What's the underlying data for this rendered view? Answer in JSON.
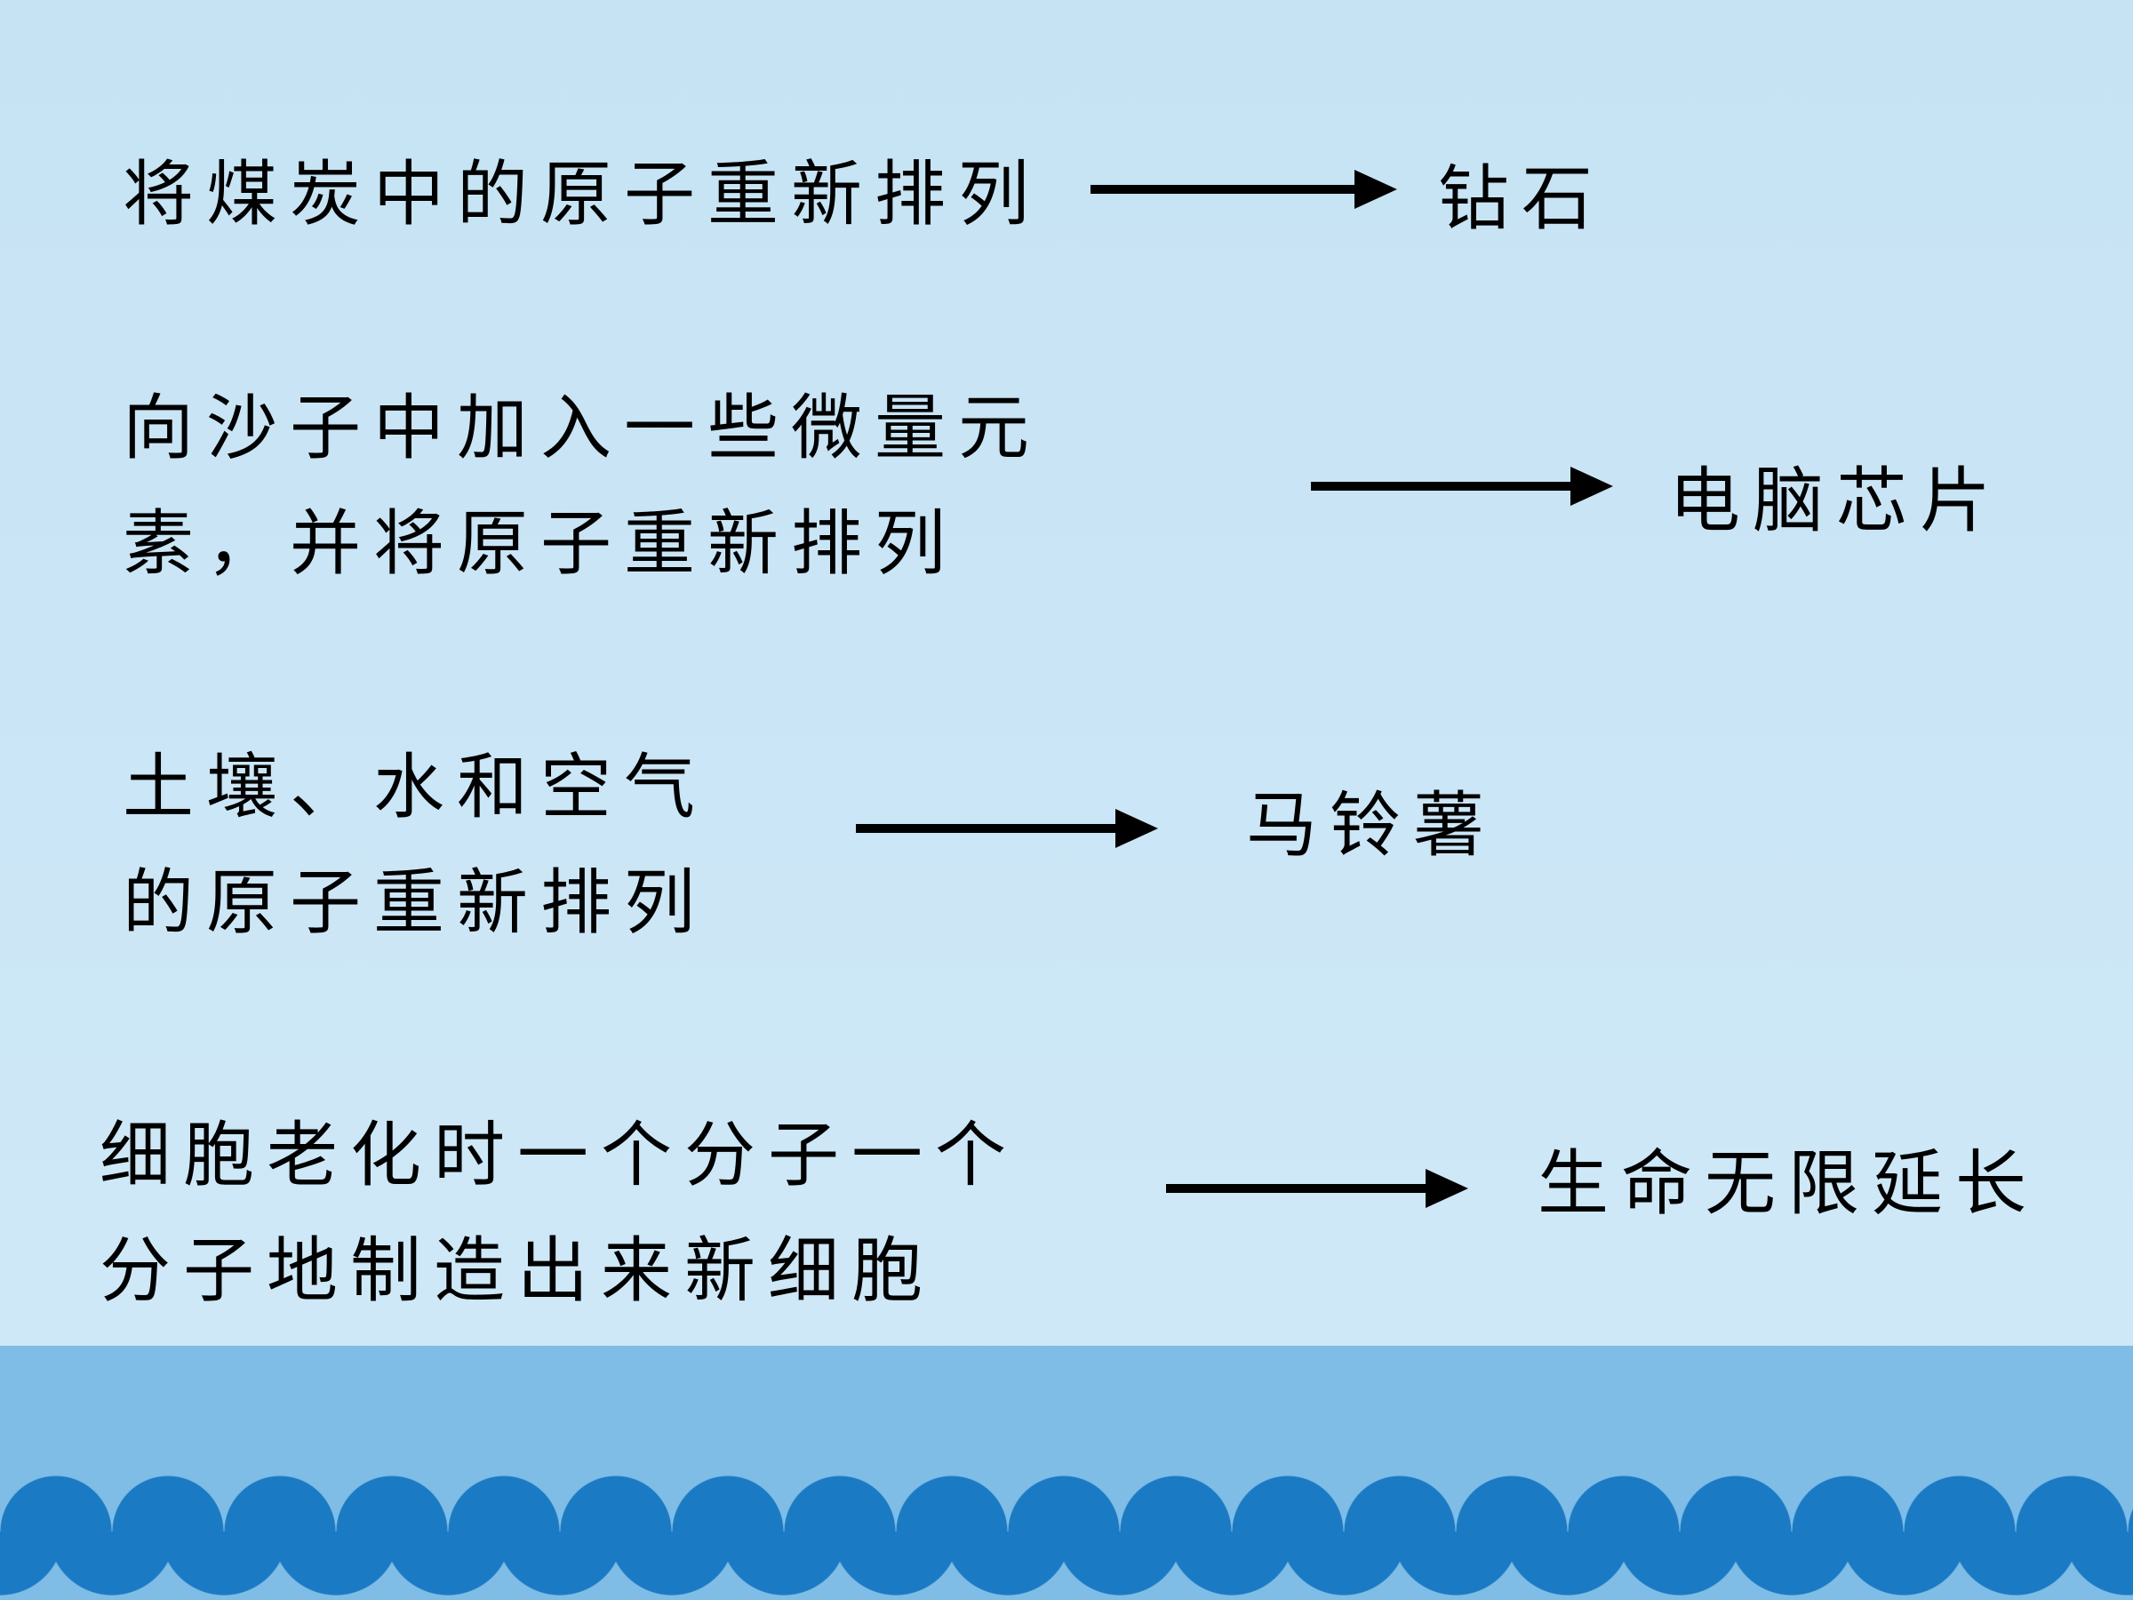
{
  "slide": {
    "rows": [
      {
        "source": "将煤炭中的原子重新排列",
        "result": "钻石"
      },
      {
        "source": "向沙子中加入一些微量元\n素，并将原子重新排列",
        "result": "电脑芯片"
      },
      {
        "source": "土壤、水和空气\n的原子重新排列",
        "result": "马铃薯"
      },
      {
        "source": "细胞老化时一个分子一个\n分子地制造出来新细胞",
        "result": "生命无限延长"
      }
    ],
    "colors": {
      "background": "#c6e3f4",
      "footer_band": "#7fbce6",
      "scallop": "#1a7bc4",
      "text": "#000000",
      "arrow": "#000000"
    }
  }
}
